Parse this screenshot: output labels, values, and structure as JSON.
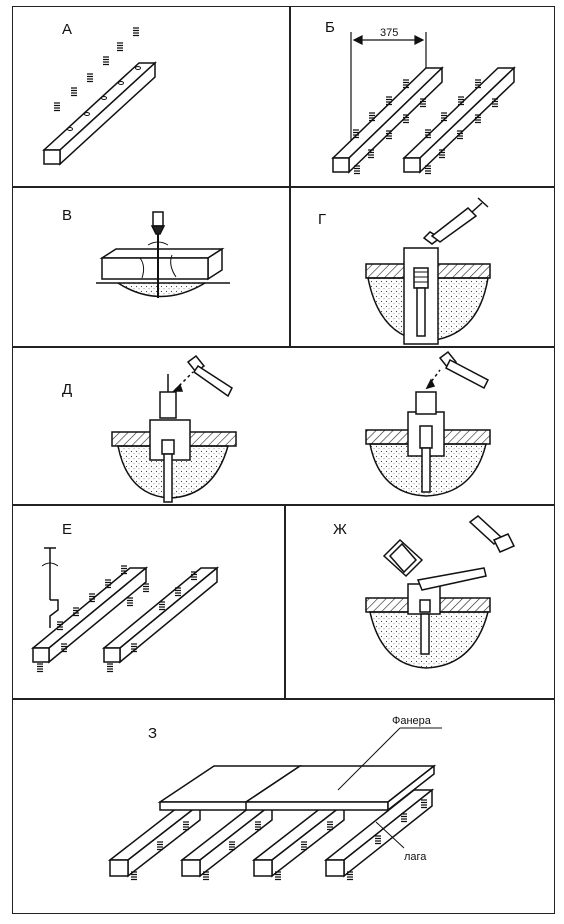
{
  "panels": {
    "a": {
      "label": "А"
    },
    "b": {
      "label": "Б",
      "dimension": "375"
    },
    "v": {
      "label": "В"
    },
    "g": {
      "label": "Г"
    },
    "d": {
      "label": "Д"
    },
    "e": {
      "label": "Е"
    },
    "zh": {
      "label": "Ж"
    },
    "z": {
      "label": "З",
      "plywood_label": "Фанера",
      "joist_label": "лага"
    }
  }
}
